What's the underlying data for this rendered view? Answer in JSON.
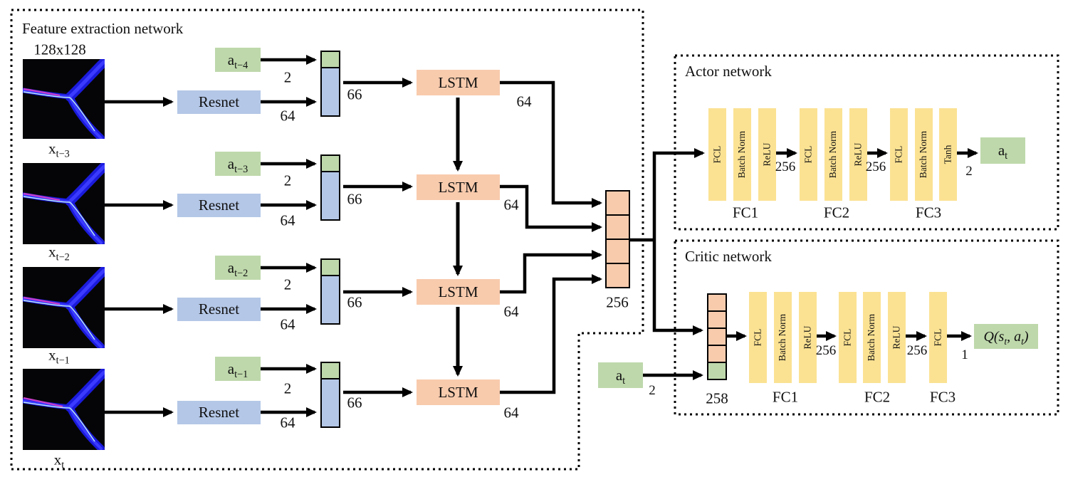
{
  "colors": {
    "green_box": "#bed8ab",
    "blue_box": "#b4c7e7",
    "orange_box": "#f8cbad",
    "yellow_bar": "#fbe293",
    "line": "#000000",
    "vessel_blue": "#1b1bdd",
    "wire_magenta": "#c93ec9"
  },
  "feature_network": {
    "title": "Feature extraction network",
    "image_size_label": "128x128",
    "state_dim": "256",
    "rows": [
      {
        "image_base": "x",
        "image_sub": "t−3",
        "action_base": "a",
        "action_sub": "t−4",
        "resnet_label": "Resnet",
        "action_dim": "2",
        "resnet_dim": "64",
        "concat_dim": "66",
        "lstm_label": "LSTM",
        "lstm_dim": "64"
      },
      {
        "image_base": "x",
        "image_sub": "t−2",
        "action_base": "a",
        "action_sub": "t−3",
        "resnet_label": "Resnet",
        "action_dim": "2",
        "resnet_dim": "64",
        "concat_dim": "66",
        "lstm_label": "LSTM",
        "lstm_dim": "64"
      },
      {
        "image_base": "x",
        "image_sub": "t−1",
        "action_base": "a",
        "action_sub": "t−2",
        "resnet_label": "Resnet",
        "action_dim": "2",
        "resnet_dim": "64",
        "concat_dim": "66",
        "lstm_label": "LSTM",
        "lstm_dim": "64"
      },
      {
        "image_base": "x",
        "image_sub": "t",
        "action_base": "a",
        "action_sub": "t−1",
        "resnet_label": "Resnet",
        "action_dim": "2",
        "resnet_dim": "64",
        "concat_dim": "66",
        "lstm_label": "LSTM",
        "lstm_dim": "64"
      }
    ]
  },
  "actor_network": {
    "title": "Actor network",
    "bars": [
      "FCL",
      "Batch Norm",
      "ReLU",
      "FCL",
      "Batch Norm",
      "ReLU",
      "FCL",
      "Batch Norm",
      "Tanh"
    ],
    "group_labels": [
      "FC1",
      "FC2",
      "FC3"
    ],
    "dims": [
      "256",
      "256",
      "2"
    ],
    "output_base": "a",
    "output_sub": "t"
  },
  "critic_network": {
    "title": "Critic network",
    "input_stack_dim": "258",
    "action_base": "a",
    "action_sub": "t",
    "action_dim": "2",
    "bars": [
      "FCL",
      "Batch Norm",
      "ReLU",
      "FCL",
      "Batch Norm",
      "ReLU",
      "FCL"
    ],
    "group_labels": [
      "FC1",
      "FC2",
      "FC3"
    ],
    "dims": [
      "256",
      "256",
      "1"
    ],
    "q_p1": "Q(s",
    "q_s1": "t",
    "q_p2": ", a",
    "q_s2": "t",
    "q_p3": ")"
  }
}
